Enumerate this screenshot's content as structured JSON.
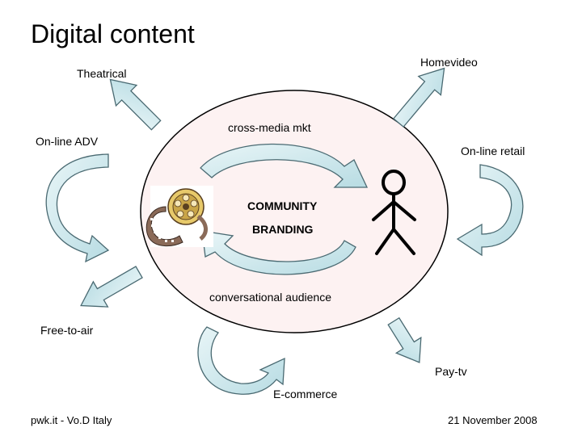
{
  "title": "Digital content",
  "outer_labels": {
    "theatrical": "Theatrical",
    "homevideo": "Homevideo",
    "online_adv": "On-line ADV",
    "online_retail": "On-line retail",
    "free_to_air": "Free-to-air",
    "pay_tv": "Pay-tv",
    "e_commerce": "E-commerce"
  },
  "inner_labels": {
    "cross_media": "cross-media mkt",
    "community": "COMMUNITY",
    "branding": "BRANDING",
    "conversational": "conversational audience"
  },
  "footer": {
    "left": "pwk.it - Vo.D Italy",
    "right": "21 November 2008"
  },
  "colors": {
    "ellipse_fill": "#fdf2f2",
    "ellipse_stroke": "#000000",
    "arrow_fill": "#d6ecf0",
    "arrow_stroke": "#4a6a72",
    "figure_stroke": "#000000"
  },
  "icons": [
    "film-reel-icon",
    "stick-figure-icon"
  ]
}
